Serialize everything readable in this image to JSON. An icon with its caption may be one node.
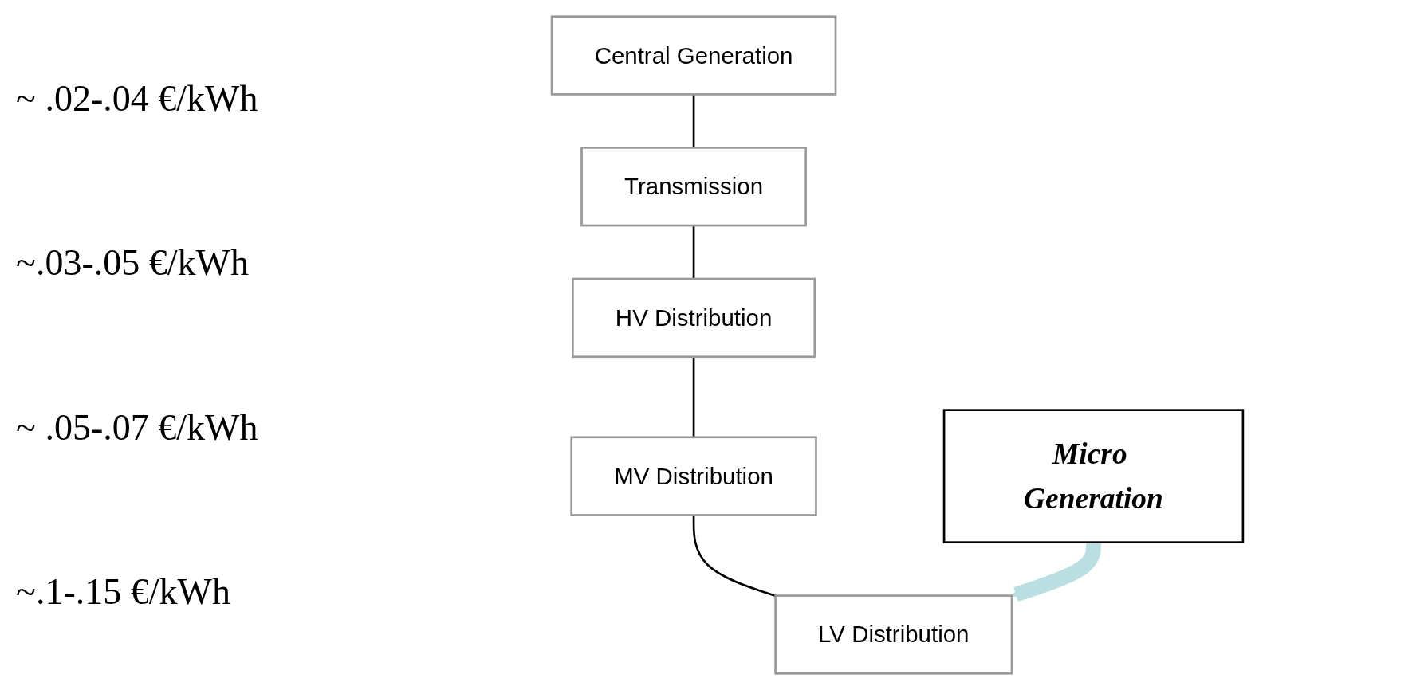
{
  "diagram": {
    "nodes": [
      {
        "text": [
          "Central Generation"
        ]
      },
      {
        "text": [
          "Transmission"
        ]
      },
      {
        "text": [
          "HV Distribution"
        ]
      },
      {
        "text": [
          "MV Distribution"
        ]
      },
      {
        "text": [
          "LV Distribution"
        ]
      },
      {
        "text": [
          "Micro Generation"
        ]
      }
    ],
    "edges": [
      {
        "from": 0,
        "to": 1,
        "arrow": "none"
      },
      {
        "from": 1,
        "to": 2,
        "arrow": "none"
      },
      {
        "from": 2,
        "to": 3,
        "arrow": "none"
      },
      {
        "from": 3,
        "to": 4,
        "arrow": "none"
      },
      {
        "from": 5,
        "to": 4,
        "arrow": "to",
        "style": "thick",
        "color": "#b9dfe2"
      }
    ],
    "labels": [
      "~ .02-.04 €/kWh",
      "~.03-.05 €/kWh",
      "~ .05-.07 €/kWh",
      "~.1-.15 €/kWh"
    ]
  }
}
